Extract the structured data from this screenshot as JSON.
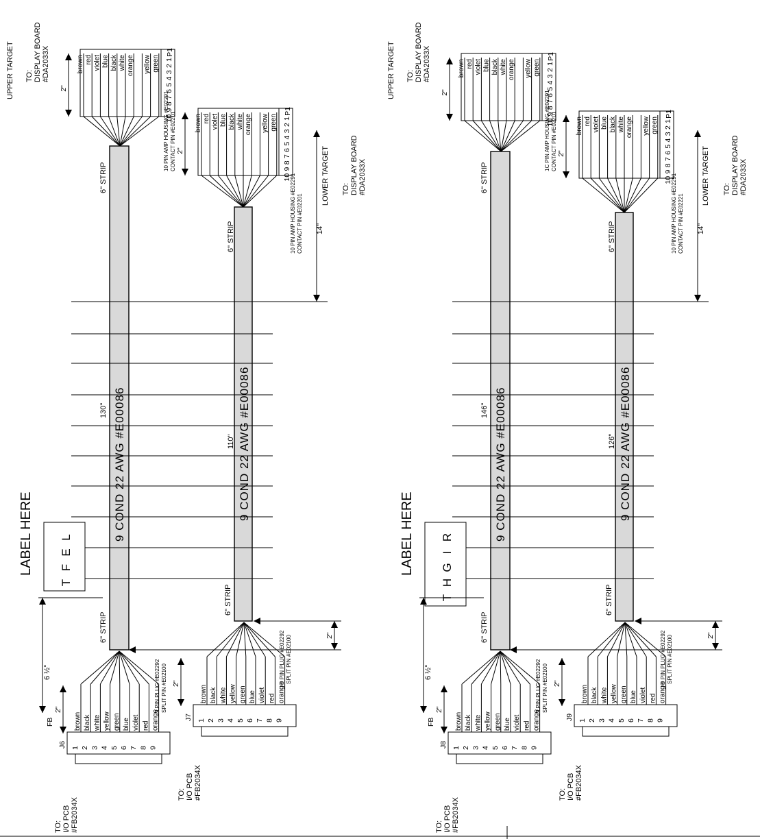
{
  "harness": {
    "left": {
      "upper_dest": [
        "UPPER TARGET",
        "TO:",
        "DISPLAY BOARD",
        "#DA2033X"
      ],
      "lower_dest": [
        "LOWER TARGET",
        "TO:",
        "DISPLAY BOARD",
        "#DA2033X"
      ],
      "io_dest_1": [
        "TO:",
        "I/O PCB",
        "#FB2034X"
      ],
      "io_dest_2": [
        "TO:",
        "I/O PCB",
        "#FB2034X"
      ],
      "cable_label": "9 COND 22 AWG #E00086",
      "main_length": "130\"",
      "lower_length": "110\"",
      "drop_length": "14\"",
      "tail_length": "6 ½\"",
      "strip": "6\" STRIP",
      "two_inch": "2\"",
      "label_here": "LABEL HERE",
      "side_letters": [
        "L",
        "E",
        "F",
        "T"
      ],
      "upper_connector": {
        "name": "P1",
        "housing": [
          "10 PIN AMP HOUSING #E02291",
          "CONTACT PIN #E02201"
        ]
      },
      "lower_connector": {
        "name": "P1",
        "housing": [
          "10 PIN AMP HOUSING #E02291",
          "CONTACT PIN #E02201"
        ]
      },
      "io_connector_1": {
        "name": "J6",
        "extra": "FB",
        "plug": [
          "9 PIN PLUG #E02292",
          "SPLIT PIN #E02100"
        ]
      },
      "io_connector_2": {
        "name": "J7",
        "extra": "",
        "plug": [
          "9 PIN PLUG #E02292",
          "SPLIT PIN #E02100"
        ]
      }
    },
    "right": {
      "upper_dest": [
        "UPPER TARGET",
        "TO:",
        "DISPLAY BOARD",
        "#DA2033X"
      ],
      "lower_dest": [
        "LOWER TARGET",
        "TO:",
        "DISPLAY BOARD",
        "#DA2033X"
      ],
      "io_dest_1": [
        "TO:",
        "I/O PCB",
        "#FB2034X"
      ],
      "io_dest_2": [
        "TO:",
        "I/O PCB",
        "#FB2034X"
      ],
      "cable_label": "9 COND 22 AWG #E00086",
      "main_length": "146\"",
      "lower_length": "126\"",
      "drop_length": "14\"",
      "tail_length": "6 ½\"",
      "strip": "6\" STRIP",
      "two_inch": "2\"",
      "label_here": "LABEL HERE",
      "side_letters": [
        "R",
        "I",
        "G",
        "H",
        "T"
      ],
      "upper_connector": {
        "name": "P1",
        "housing": [
          "1C PIN AMP HOUSING #E02291",
          "CONTACT PIN #E02201"
        ]
      },
      "lower_connector": {
        "name": "P1",
        "housing": [
          "10 PIN AMP HOUSING #E02291",
          "CONTACT PIN #E02221"
        ]
      },
      "io_connector_1": {
        "name": "J8",
        "extra": "FB",
        "plug": [
          "9 PIN PLUG #E02292",
          "SPLIT PIN #E02100"
        ]
      },
      "io_connector_2": {
        "name": "J9",
        "extra": "",
        "plug": [
          "9 PIN PLUG #E02292",
          "SPLIT PIN #E02100"
        ]
      }
    }
  },
  "display_pins": [
    "1",
    "2",
    "3",
    "4",
    "5",
    "6",
    "7",
    "8",
    "9",
    "10"
  ],
  "display_wires": [
    "brown",
    "red",
    "violet",
    "blue",
    "black",
    "white",
    "orange",
    "",
    "yellow",
    "green"
  ],
  "io_pins": [
    "1",
    "2",
    "3",
    "4",
    "5",
    "6",
    "7",
    "8",
    "9"
  ],
  "io_wires": [
    "brown",
    "black",
    "white",
    "yellow",
    "green",
    "blue",
    "violet",
    "red",
    "orange"
  ],
  "colors": {
    "cable_fill": "#d9d9d9",
    "ink": "#000000"
  }
}
